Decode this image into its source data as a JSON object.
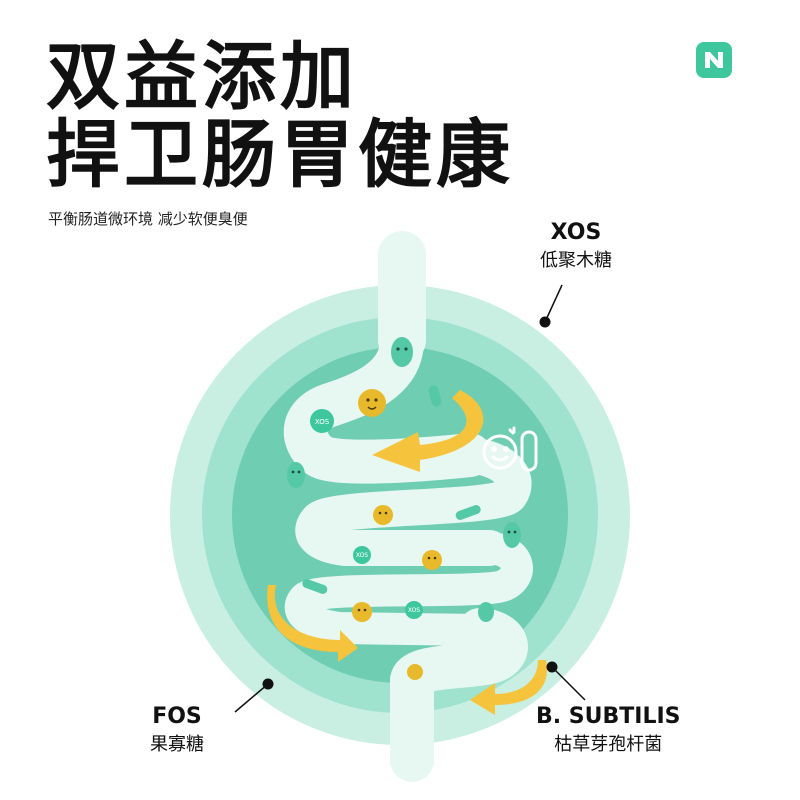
{
  "headline": {
    "line1": "双益添加",
    "line2": "捍卫肠胃健康"
  },
  "subtitle": "平衡肠道微环境 减少软便臭便",
  "brand": {
    "icon": "brand-logo-icon",
    "color": "#3ec79c"
  },
  "callouts": {
    "xos": {
      "en": "XOS",
      "cn": "低聚木糖"
    },
    "fos": {
      "en": "FOS",
      "cn": "果寡糖"
    },
    "bsubtilis": {
      "en": "B. SUBTILIS",
      "cn": "枯草芽孢杆菌"
    }
  },
  "illustration": {
    "capsule_text": "XOS",
    "colors": {
      "outer_ring": "#c8efe2",
      "middle_ring": "#9fe2cd",
      "inner_disc": "#6fcdb2",
      "intestine": "#e7f8f2",
      "arrow": "#f6c43c",
      "bacteria_teal": "#55c9a6",
      "bacteria_yellow": "#e8b92b"
    }
  }
}
